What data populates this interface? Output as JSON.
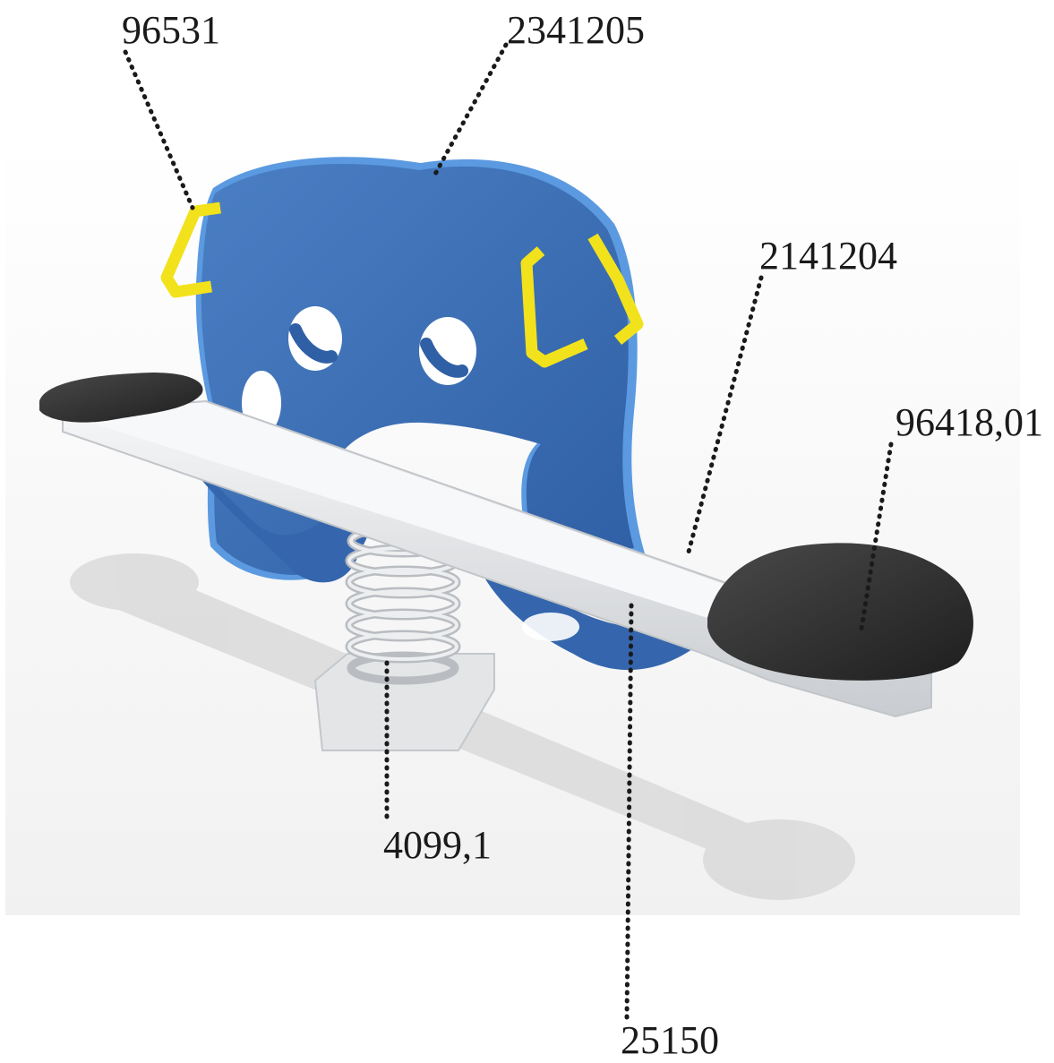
{
  "colors": {
    "elephant_body": "#3d72bb",
    "elephant_edge": "#5b9ae0",
    "handles": "#f2e21c",
    "seats": "#2e2e2e",
    "beam": "#e8eaec",
    "spring": "#d7d9dc",
    "base": "#e3e5e7",
    "shadow": "#d9d9d9",
    "leader_lines": "#1a1a1a"
  },
  "callouts": [
    {
      "id": "handles",
      "label": "96531"
    },
    {
      "id": "elephant-panel",
      "label": "2341205"
    },
    {
      "id": "beam",
      "label": "2141204"
    },
    {
      "id": "seat",
      "label": "96418,01"
    },
    {
      "id": "spring",
      "label": "4099,1"
    },
    {
      "id": "beam-lower",
      "label": "25150"
    }
  ]
}
